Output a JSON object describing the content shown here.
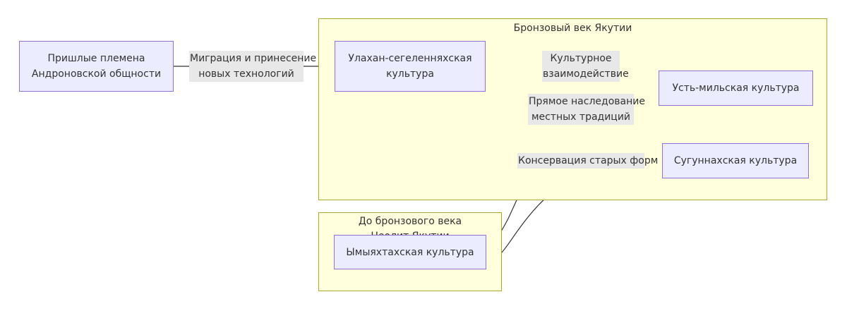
{
  "clusters": {
    "bronze": {
      "title": "Бронзовый век Якутии"
    },
    "pre_bronze": {
      "title": "До бронзового века",
      "subtitle": "Неолит Якутии"
    }
  },
  "nodes": {
    "andronovo": {
      "line1": "Пришлые племена",
      "line2": "Андроновской общности"
    },
    "ulakhan": {
      "line1": "Улахан-сегеленняхская",
      "line2": "культура"
    },
    "ust_mil": {
      "label": "Усть-мильская культура"
    },
    "sugunnakh": {
      "label": "Сугуннахская культура"
    },
    "ymyyakhtakh": {
      "label": "Ымыяхтахская культура"
    }
  },
  "edges": {
    "migration": {
      "line1": "Миграция и принесение",
      "line2": "новых технологий"
    },
    "interaction": {
      "line1": "Культурное",
      "line2": "взаимодействие"
    },
    "inheritance": {
      "line1": "Прямое наследование",
      "line2": "местных традиций"
    },
    "conservation": {
      "label": "Консервация старых форм"
    }
  },
  "colors": {
    "cluster_fill": "#ffffde",
    "cluster_border": "#aaaa33",
    "node_fill": "#ececff",
    "node_border": "#9370db",
    "edge": "#333333",
    "edge_label_bg": "#e8e8e8"
  }
}
